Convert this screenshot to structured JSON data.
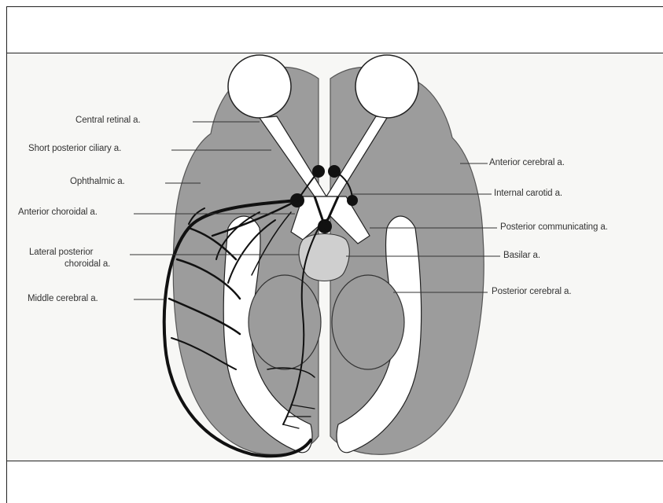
{
  "diagram": {
    "labels_left": [
      {
        "id": "central-retinal",
        "text": "Central retinal a."
      },
      {
        "id": "short-posterior-ciliary",
        "text": "Short posterior ciliary a."
      },
      {
        "id": "ophthalmic",
        "text": "Ophthalmic a."
      },
      {
        "id": "anterior-choroidal",
        "text": "Anterior choroidal a."
      },
      {
        "id": "lateral-posterior-choroidal-1",
        "text": "Lateral posterior"
      },
      {
        "id": "lateral-posterior-choroidal-2",
        "text": "choroidal a."
      },
      {
        "id": "middle-cerebral",
        "text": "Middle cerebral a."
      }
    ],
    "labels_right": [
      {
        "id": "anterior-cerebral",
        "text": "Anterior cerebral a."
      },
      {
        "id": "internal-carotid",
        "text": "Internal carotid a."
      },
      {
        "id": "posterior-communicating",
        "text": "Posterior communicating a."
      },
      {
        "id": "basilar",
        "text": "Basilar a."
      },
      {
        "id": "posterior-cerebral",
        "text": "Posterior cerebral a."
      }
    ]
  }
}
